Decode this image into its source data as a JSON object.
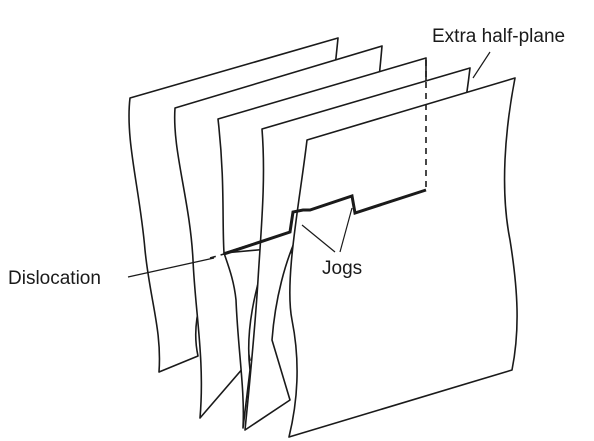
{
  "labels": {
    "extra_half_plane": "Extra half-plane",
    "dislocation": "Dislocation",
    "jogs": "Jogs"
  }
}
